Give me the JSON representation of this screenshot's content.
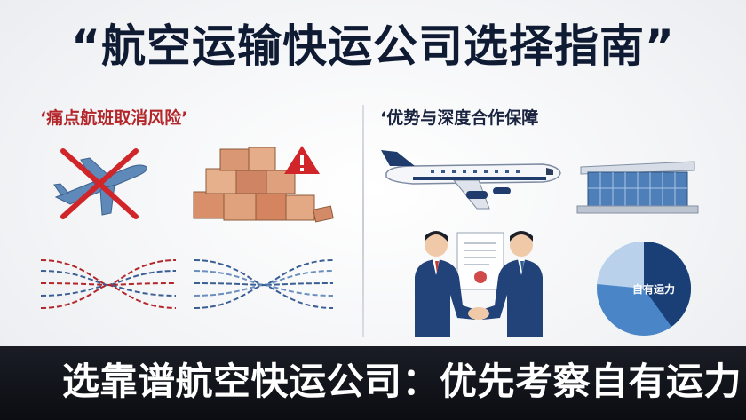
{
  "header": {
    "title": "“航空运输快运公司选择指南”"
  },
  "left_section": {
    "heading": "‘痛点航班取消风险’"
  },
  "right_section": {
    "heading": "‘优势与深度合作保障",
    "pie_label": "自有运力"
  },
  "footer": {
    "caption": "选靠谱航空快运公司：优先考察自有运力"
  },
  "colors": {
    "warning_red": "#b3262a",
    "navy": "#1a3f77",
    "accent_blue": "#4a86c7",
    "light_blue": "#b9d1ea"
  }
}
